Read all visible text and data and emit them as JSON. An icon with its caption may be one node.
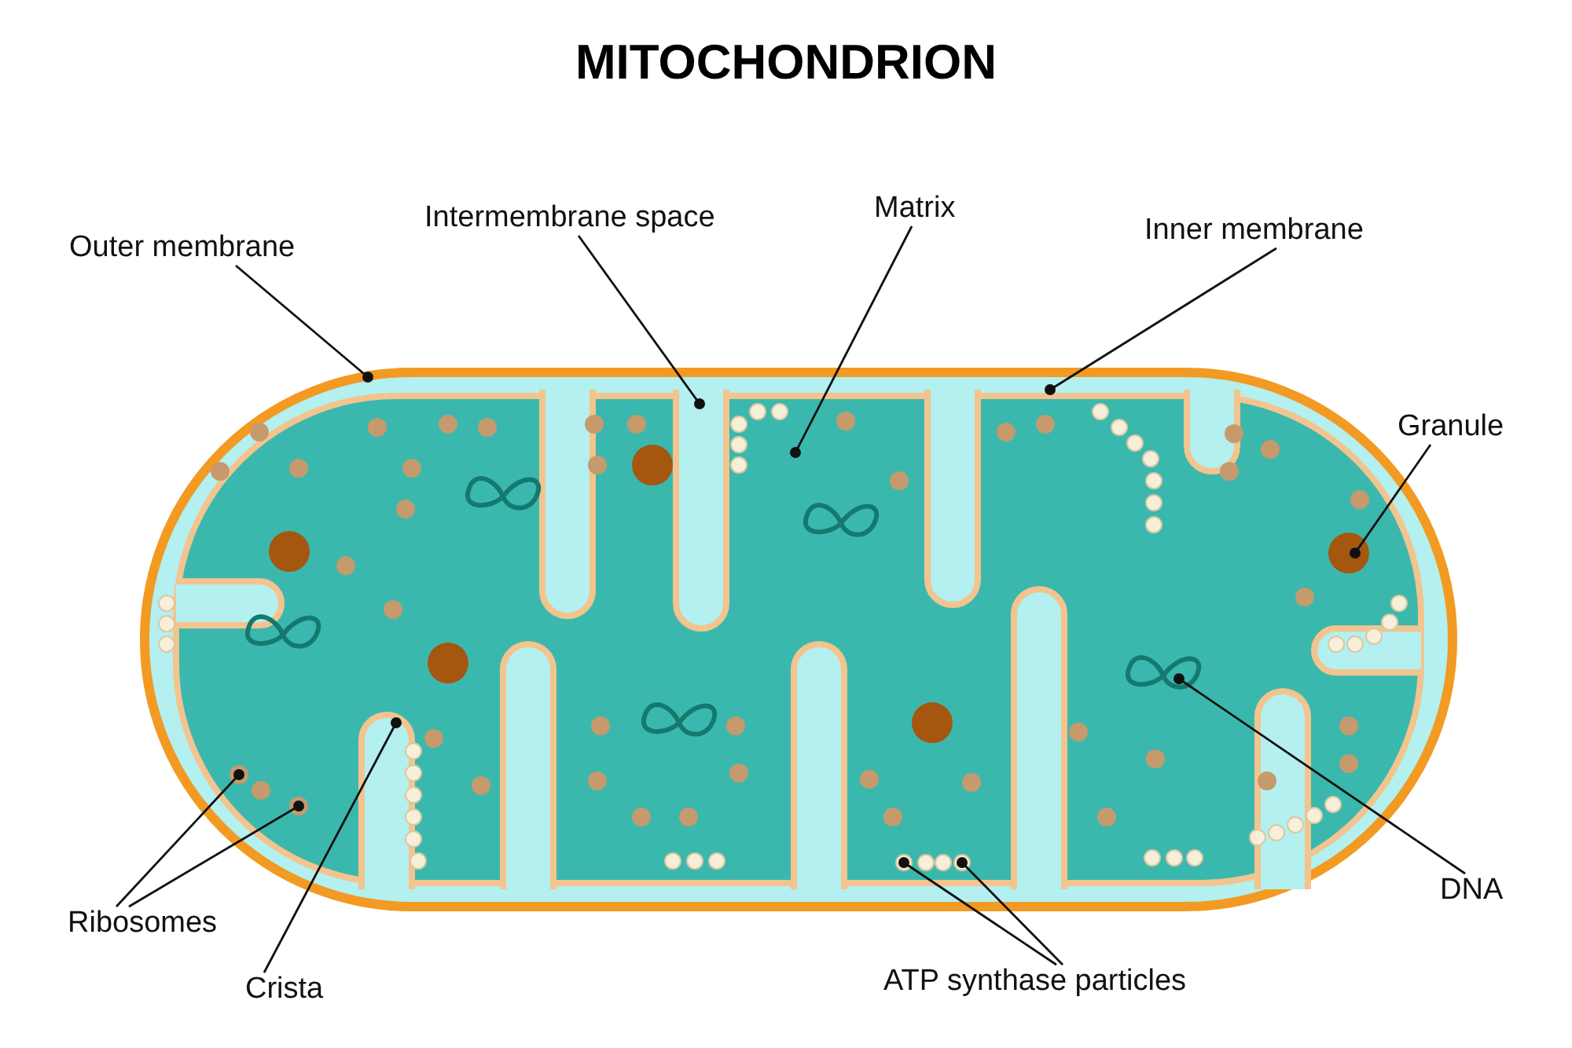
{
  "diagram": {
    "title": "MITOCHONDRION",
    "nodes": [
      {
        "text": [
          "Outer membrane"
        ]
      },
      {
        "text": [
          "Intermembrane space"
        ]
      },
      {
        "text": [
          "Matrix"
        ]
      },
      {
        "text": [
          "Inner membrane"
        ]
      },
      {
        "text": [
          "Granule"
        ]
      },
      {
        "text": [
          "DNA"
        ]
      },
      {
        "text": [
          "ATP synthase particles"
        ]
      },
      {
        "text": [
          "Crista"
        ]
      },
      {
        "text": [
          "Ribosomes"
        ]
      }
    ],
    "edges": [
      {
        "from": 0,
        "to": null,
        "arrow": "other"
      },
      {
        "from": 1,
        "to": null,
        "arrow": "other"
      },
      {
        "from": 2,
        "to": null,
        "arrow": "other"
      },
      {
        "from": 3,
        "to": null,
        "arrow": "other"
      },
      {
        "from": 4,
        "to": null,
        "arrow": "other"
      },
      {
        "from": 5,
        "to": null,
        "arrow": "other"
      },
      {
        "from": 6,
        "to": null,
        "arrow": "other"
      },
      {
        "from": 6,
        "to": null,
        "arrow": "other"
      },
      {
        "from": 7,
        "to": null,
        "arrow": "other"
      },
      {
        "from": 8,
        "to": null,
        "arrow": "other"
      },
      {
        "from": 8,
        "to": null,
        "arrow": "other"
      }
    ]
  }
}
